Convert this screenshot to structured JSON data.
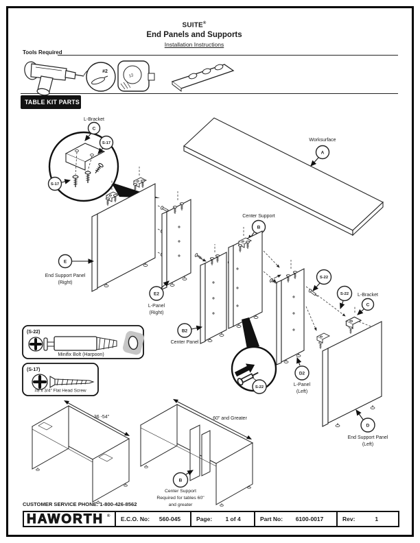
{
  "header": {
    "product": "SUITE",
    "product_reg": "®",
    "title": "End Panels and Supports",
    "subtitle": "Installation Instructions"
  },
  "tools": {
    "section_label": "Tools Required",
    "drill_bit_callout": "#2",
    "tape_label": "12"
  },
  "banner": {
    "label": "TABLE KIT PARTS"
  },
  "callouts": {
    "worksurface": {
      "letter": "A",
      "label": "Worksurface"
    },
    "center_support": {
      "letter": "B",
      "label": "Center Support"
    },
    "l_bracket": {
      "letter": "C",
      "label": "L-Bracket"
    },
    "end_support_right": {
      "letter": "E",
      "label1": "End Support Panel",
      "label2": "(Right)"
    },
    "l_panel_right": {
      "letter": "E2",
      "label1": "L-Panel",
      "label2": "(Right)"
    },
    "center_panel": {
      "letter": "B2",
      "label": "Center Panel"
    },
    "l_panel_left": {
      "letter": "D2",
      "label1": "L-Panel",
      "label2": "(Left)"
    },
    "end_support_left": {
      "letter": "D",
      "label1": "End Support Panel",
      "label2": "(Left)"
    },
    "s17": "S-17",
    "s22": "S-22"
  },
  "hardware": {
    "s22_box": {
      "code": "(S-22)",
      "label": "Minifix Bolt (Harpoon)"
    },
    "s17_box": {
      "code": "(S-17)",
      "label": "#8 x 3/4\" Flat Head Screw"
    }
  },
  "size_diagrams": {
    "small_range": "36 -54\"",
    "large_range": "60\" and Greater",
    "note_letter": "B",
    "note1": "Center Support",
    "note2": "Required for tables 60\"",
    "note3": "and greater"
  },
  "footer": {
    "phone": "CUSTOMER SERVICE PHONE: 1-800-426-8562",
    "logo": "HAWORTH",
    "logo_reg": "®",
    "eco_label": "E.C.O. No:",
    "eco_value": "560-045",
    "page_label": "Page:",
    "page_value": "1 of 4",
    "part_label": "Part No:",
    "part_value": "6100-0017",
    "rev_label": "Rev:",
    "rev_value": "1"
  }
}
